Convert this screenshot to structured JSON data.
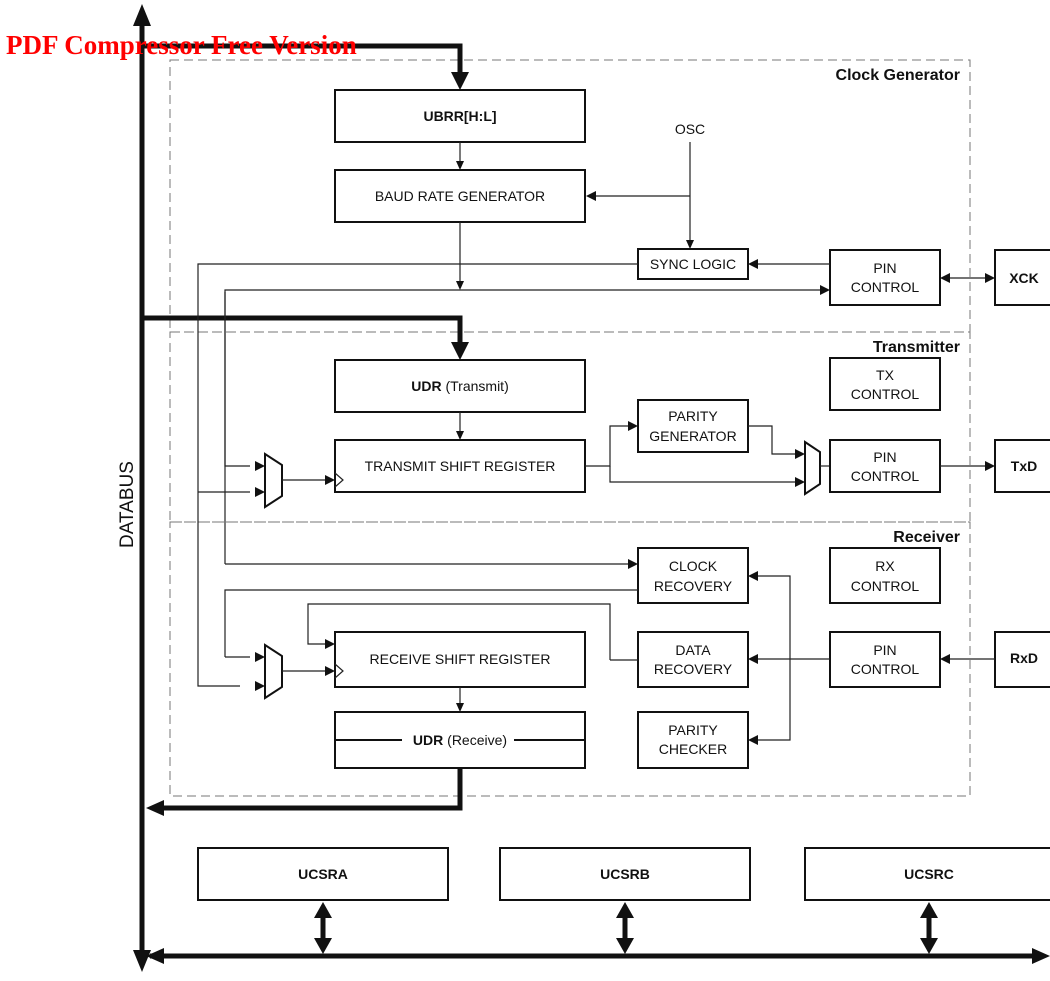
{
  "watermark": "PDF Compressor Free Version",
  "databus_label": "DATABUS",
  "sections": {
    "clock_generator": "Clock Generator",
    "transmitter": "Transmitter",
    "receiver": "Receiver"
  },
  "osc_label": "OSC",
  "blocks": {
    "ubrr": "UBRR[H:L]",
    "baud": "BAUD RATE GENERATOR",
    "sync": "SYNC LOGIC",
    "xck_pin_line1": "PIN",
    "xck_pin_line2": "CONTROL",
    "xck": "XCK",
    "udr_tx_bold": "UDR",
    "udr_tx_rest": " (Transmit)",
    "tx_ctrl_line1": "TX",
    "tx_ctrl_line2": "CONTROL",
    "parity_gen_line1": "PARITY",
    "parity_gen_line2": "GENERATOR",
    "tsr": "TRANSMIT SHIFT REGISTER",
    "tx_pin_line1": "PIN",
    "tx_pin_line2": "CONTROL",
    "txd": "TxD",
    "clock_rec_line1": "CLOCK",
    "clock_rec_line2": "RECOVERY",
    "rx_ctrl_line1": "RX",
    "rx_ctrl_line2": "CONTROL",
    "rsr": "RECEIVE SHIFT REGISTER",
    "data_rec_line1": "DATA",
    "data_rec_line2": "RECOVERY",
    "rx_pin_line1": "PIN",
    "rx_pin_line2": "CONTROL",
    "rxd": "RxD",
    "udr_rx_bold": "UDR",
    "udr_rx_rest": " (Receive)",
    "parity_chk_line1": "PARITY",
    "parity_chk_line2": "CHECKER"
  },
  "registers": {
    "ucsra": "UCSRA",
    "ucsrb": "UCSRB",
    "ucsrc": "UCSRC"
  }
}
